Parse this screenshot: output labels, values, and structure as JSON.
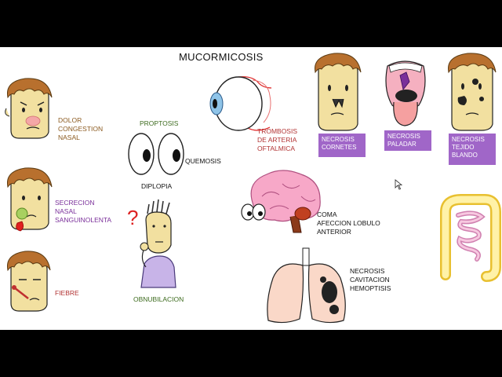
{
  "title": "MUCORMICOSIS",
  "colors": {
    "background": "#000000",
    "slide": "#FFFFFF",
    "skin": "#F2E0A0",
    "hair": "#B8702E",
    "box": "#A066C8",
    "label_brown": "#8B5A1F",
    "label_purple": "#7A2F9A",
    "label_red": "#B23333",
    "label_green": "#3D6B1E"
  },
  "labels": {
    "dolor": [
      "DOLOR",
      "CONGESTION",
      "NASAL"
    ],
    "secrecion": [
      "SECRECION",
      "NASAL",
      "SANGUINOLENTA"
    ],
    "fiebre": "FIEBRE",
    "proptosis": "PROPTOSIS",
    "quemosis": "QUEMOSIS",
    "diplopia": "DIPLOPIA",
    "obnubilacion": "OBNUBILACION",
    "trombosis": [
      "TROMBOSIS",
      "DE ARTERIA",
      "OFTALMICA"
    ],
    "coma": [
      "COMA",
      "AFECCION LOBULO",
      "ANTERIOR"
    ],
    "necrosis_pulmon": [
      "NECROSIS",
      "CAVITACION",
      "HEMOPTISIS"
    ]
  },
  "boxes": {
    "cornetes": [
      "NECROSIS",
      "CORNETES"
    ],
    "paladar": [
      "NECROSIS",
      "PALADAR"
    ],
    "tejido": [
      "NECROSIS",
      "TEJIDO",
      "BLANDO"
    ]
  },
  "icons": [
    "face-pain-icon",
    "face-nasal-secretion-icon",
    "face-fever-icon",
    "eyes-proptosis-icon",
    "confused-person-icon",
    "eyeball-icon",
    "brain-icon",
    "lungs-icon",
    "face-necrosis-nose-icon",
    "open-mouth-palate-icon",
    "face-necrosis-skin-icon",
    "intestine-icon",
    "cursor-icon"
  ]
}
